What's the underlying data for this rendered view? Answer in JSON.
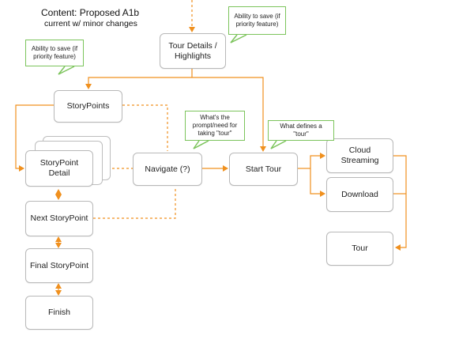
{
  "header": {
    "title": "Content: Proposed A1b",
    "subtitle": "current w/ minor changes"
  },
  "nodes": {
    "tour_details": "Tour Details / Highlights",
    "storypoints": "StoryPoints",
    "storypoint_detail": "StoryPoint Detail",
    "navigate": "Navigate (?)",
    "start_tour": "Start Tour",
    "cloud_streaming": "Cloud Streaming",
    "download": "Download",
    "next_storypoint": "Next StoryPoint",
    "final_storypoint": "Final StoryPoint",
    "finish": "Finish",
    "tour": "Tour"
  },
  "notes": {
    "save_top": "Ability to save (if priority feature)",
    "save_left": "Ability to save (if priority feature)",
    "prompt_need": "What's the prompt/need for taking \"tour\"",
    "defines_tour": "What defines a \"tour\""
  },
  "colors": {
    "arrow": "#f0901e",
    "note_border": "#7cc45c",
    "node_border": "#b8b8b8"
  }
}
